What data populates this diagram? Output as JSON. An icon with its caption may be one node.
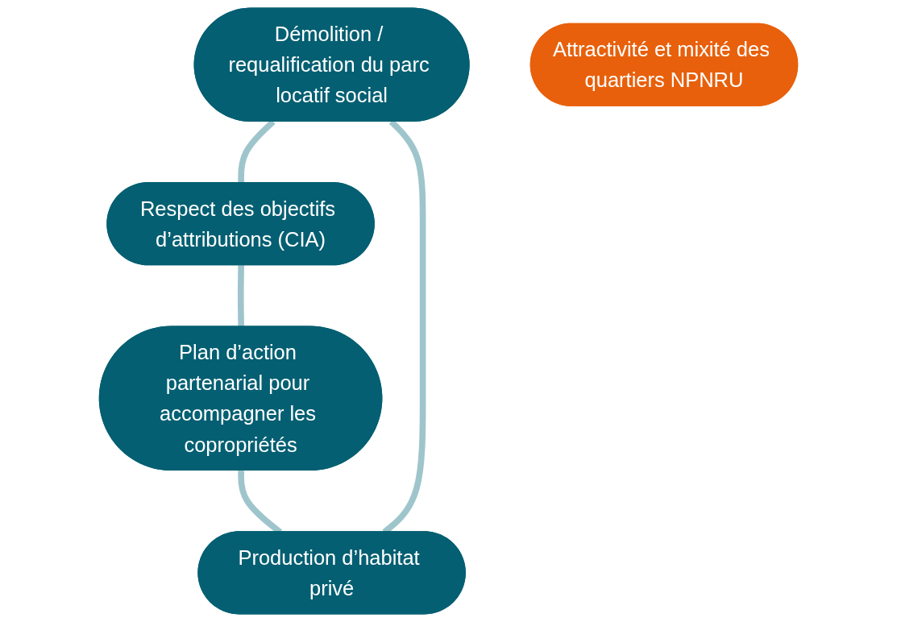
{
  "diagram": {
    "nodes": [
      {
        "text": [
          "Démolition / requalification du parc locatif social"
        ]
      },
      {
        "text": [
          "Production d’habitat privé"
        ]
      },
      {
        "text": [
          "Attractivité et mixité des quartiers NPNRU"
        ]
      },
      {
        "text": [
          "Respect des objectifs d’attributions (CIA)"
        ]
      },
      {
        "text": [
          "Plan d’action partenarial pour accompagner les copropriétés"
        ]
      }
    ],
    "edges": [
      {
        "from": 0,
        "to": 3,
        "arrow": "none"
      },
      {
        "from": 3,
        "to": 4,
        "arrow": "none"
      },
      {
        "from": 4,
        "to": 1,
        "arrow": "none"
      },
      {
        "from": 1,
        "to": 0,
        "arrow": "none"
      }
    ]
  }
}
